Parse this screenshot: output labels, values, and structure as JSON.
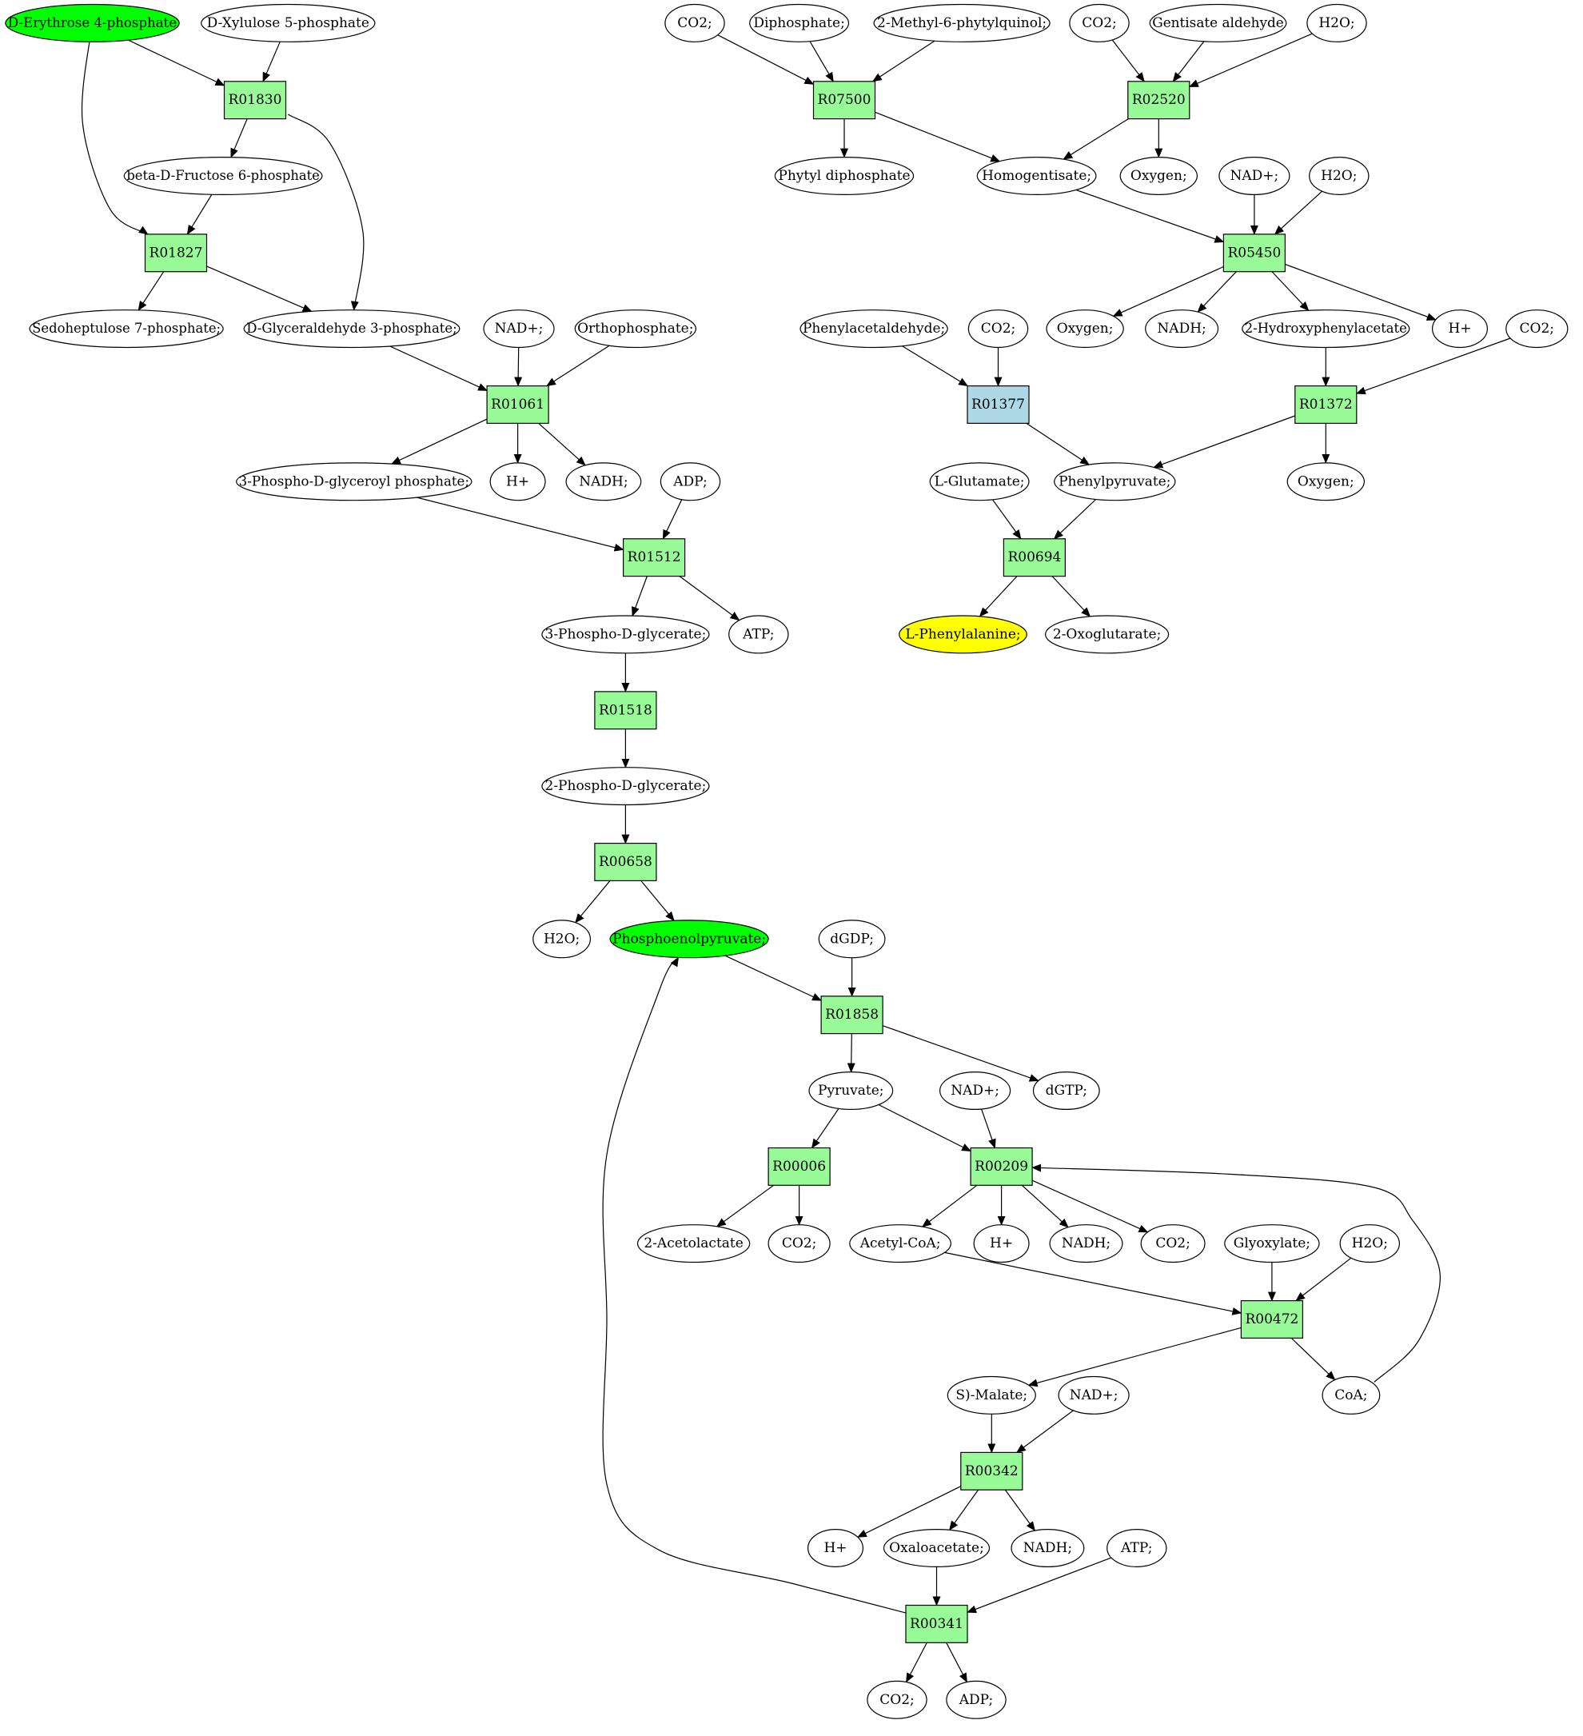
{
  "colors": {
    "compound": "#ffffff",
    "reaction": "#98fb98",
    "reaction_alt": "#add8e6",
    "start": "#00ff00",
    "target": "#ffff00",
    "stroke": "#000000"
  },
  "nodes": [
    {
      "id": "n_e4p",
      "label": "D-Erythrose 4-phosphate",
      "kind": "start"
    },
    {
      "id": "n_x5p",
      "label": "D-Xylulose 5-phosphate",
      "kind": "compound"
    },
    {
      "id": "r01830",
      "label": "R01830",
      "kind": "reaction"
    },
    {
      "id": "n_f6p",
      "label": "beta-D-Fructose 6-phosphate",
      "kind": "compound"
    },
    {
      "id": "r01827",
      "label": "R01827",
      "kind": "reaction"
    },
    {
      "id": "n_s7p",
      "label": "Sedoheptulose 7-phosphate;",
      "kind": "compound"
    },
    {
      "id": "n_g3p",
      "label": "D-Glyceraldehyde 3-phosphate;",
      "kind": "compound"
    },
    {
      "id": "n_nad1",
      "label": "NAD+;",
      "kind": "compound"
    },
    {
      "id": "n_pi",
      "label": "Orthophosphate;",
      "kind": "compound"
    },
    {
      "id": "r01061",
      "label": "R01061",
      "kind": "reaction"
    },
    {
      "id": "n_13bpg",
      "label": "3-Phospho-D-glyceroyl phosphate;",
      "kind": "compound"
    },
    {
      "id": "n_h1",
      "label": "H+",
      "kind": "compound"
    },
    {
      "id": "n_nadh1",
      "label": "NADH;",
      "kind": "compound"
    },
    {
      "id": "n_adp1",
      "label": "ADP;",
      "kind": "compound"
    },
    {
      "id": "r01512",
      "label": "R01512",
      "kind": "reaction"
    },
    {
      "id": "n_3pg",
      "label": "3-Phospho-D-glycerate;",
      "kind": "compound"
    },
    {
      "id": "n_atp1",
      "label": "ATP;",
      "kind": "compound"
    },
    {
      "id": "r01518",
      "label": "R01518",
      "kind": "reaction"
    },
    {
      "id": "n_2pg",
      "label": "2-Phospho-D-glycerate;",
      "kind": "compound"
    },
    {
      "id": "r00658",
      "label": "R00658",
      "kind": "reaction"
    },
    {
      "id": "n_h2o1",
      "label": "H2O;",
      "kind": "compound"
    },
    {
      "id": "n_pep",
      "label": "Phosphoenolpyruvate;",
      "kind": "start"
    },
    {
      "id": "n_dgdp",
      "label": "dGDP;",
      "kind": "compound"
    },
    {
      "id": "r01858",
      "label": "R01858",
      "kind": "reaction"
    },
    {
      "id": "n_pyr",
      "label": "Pyruvate;",
      "kind": "compound"
    },
    {
      "id": "n_dgtp",
      "label": "dGTP;",
      "kind": "compound"
    },
    {
      "id": "n_nad2",
      "label": "NAD+;",
      "kind": "compound"
    },
    {
      "id": "r00006",
      "label": "R00006",
      "kind": "reaction"
    },
    {
      "id": "r00209",
      "label": "R00209",
      "kind": "reaction"
    },
    {
      "id": "n_acl",
      "label": "2-Acetolactate",
      "kind": "compound"
    },
    {
      "id": "n_co2a",
      "label": "CO2;",
      "kind": "compound"
    },
    {
      "id": "n_accoa",
      "label": "Acetyl-CoA;",
      "kind": "compound"
    },
    {
      "id": "n_h2",
      "label": "H+",
      "kind": "compound"
    },
    {
      "id": "n_nadh2",
      "label": "NADH;",
      "kind": "compound"
    },
    {
      "id": "n_co2b",
      "label": "CO2;",
      "kind": "compound"
    },
    {
      "id": "n_glyox",
      "label": "Glyoxylate;",
      "kind": "compound"
    },
    {
      "id": "n_h2o2",
      "label": "H2O;",
      "kind": "compound"
    },
    {
      "id": "r00472",
      "label": "R00472",
      "kind": "reaction"
    },
    {
      "id": "n_mal",
      "label": "S)-Malate;",
      "kind": "compound"
    },
    {
      "id": "n_nad3",
      "label": "NAD+;",
      "kind": "compound"
    },
    {
      "id": "n_coa",
      "label": "CoA;",
      "kind": "compound"
    },
    {
      "id": "r00342",
      "label": "R00342",
      "kind": "reaction"
    },
    {
      "id": "n_h3",
      "label": "H+",
      "kind": "compound"
    },
    {
      "id": "n_oaa",
      "label": "Oxaloacetate;",
      "kind": "compound"
    },
    {
      "id": "n_nadh3",
      "label": "NADH;",
      "kind": "compound"
    },
    {
      "id": "n_atp2",
      "label": "ATP;",
      "kind": "compound"
    },
    {
      "id": "r00341",
      "label": "R00341",
      "kind": "reaction"
    },
    {
      "id": "n_co2c",
      "label": "CO2;",
      "kind": "compound"
    },
    {
      "id": "n_adp2",
      "label": "ADP;",
      "kind": "compound"
    },
    {
      "id": "n_co2d",
      "label": "CO2;",
      "kind": "compound"
    },
    {
      "id": "n_pp",
      "label": "Diphosphate;",
      "kind": "compound"
    },
    {
      "id": "n_mpq",
      "label": "2-Methyl-6-phytylquinol;",
      "kind": "compound"
    },
    {
      "id": "r07500",
      "label": "R07500",
      "kind": "reaction"
    },
    {
      "id": "n_phytpp",
      "label": "Phytyl diphosphate",
      "kind": "compound"
    },
    {
      "id": "n_co2e",
      "label": "CO2;",
      "kind": "compound"
    },
    {
      "id": "n_gald",
      "label": "Gentisate aldehyde",
      "kind": "compound"
    },
    {
      "id": "n_h2o3",
      "label": "H2O;",
      "kind": "compound"
    },
    {
      "id": "r02520",
      "label": "R02520",
      "kind": "reaction"
    },
    {
      "id": "n_hga",
      "label": "Homogentisate;",
      "kind": "compound"
    },
    {
      "id": "n_o2a",
      "label": "Oxygen;",
      "kind": "compound"
    },
    {
      "id": "n_nad4",
      "label": "NAD+;",
      "kind": "compound"
    },
    {
      "id": "n_h2o4",
      "label": "H2O;",
      "kind": "compound"
    },
    {
      "id": "r05450",
      "label": "R05450",
      "kind": "reaction"
    },
    {
      "id": "n_o2b",
      "label": "Oxygen;",
      "kind": "compound"
    },
    {
      "id": "n_nadh4",
      "label": "NADH;",
      "kind": "compound"
    },
    {
      "id": "n_2hpa",
      "label": "2-Hydroxyphenylacetate",
      "kind": "compound"
    },
    {
      "id": "n_h4",
      "label": "H+",
      "kind": "compound"
    },
    {
      "id": "n_phald",
      "label": "Phenylacetaldehyde;",
      "kind": "compound"
    },
    {
      "id": "n_co2f",
      "label": "CO2;",
      "kind": "compound"
    },
    {
      "id": "r01377",
      "label": "R01377",
      "kind": "reaction_alt"
    },
    {
      "id": "n_co2g",
      "label": "CO2;",
      "kind": "compound"
    },
    {
      "id": "r01372",
      "label": "R01372",
      "kind": "reaction"
    },
    {
      "id": "n_glu",
      "label": "L-Glutamate;",
      "kind": "compound"
    },
    {
      "id": "n_phpyr",
      "label": "Phenylpyruvate;",
      "kind": "compound"
    },
    {
      "id": "n_o2c",
      "label": "Oxygen;",
      "kind": "compound"
    },
    {
      "id": "r00694",
      "label": "R00694",
      "kind": "reaction"
    },
    {
      "id": "n_phe",
      "label": "L-Phenylalanine;",
      "kind": "target"
    },
    {
      "id": "n_2og",
      "label": "2-Oxoglutarate;",
      "kind": "compound"
    }
  ],
  "edges": [
    [
      "n_e4p",
      "r01830"
    ],
    [
      "n_x5p",
      "r01830"
    ],
    [
      "r01830",
      "n_f6p"
    ],
    [
      "r01830",
      "n_g3p"
    ],
    [
      "n_e4p",
      "r01827"
    ],
    [
      "n_f6p",
      "r01827"
    ],
    [
      "r01827",
      "n_s7p"
    ],
    [
      "r01827",
      "n_g3p"
    ],
    [
      "n_g3p",
      "r01061"
    ],
    [
      "n_nad1",
      "r01061"
    ],
    [
      "n_pi",
      "r01061"
    ],
    [
      "r01061",
      "n_13bpg"
    ],
    [
      "r01061",
      "n_h1"
    ],
    [
      "r01061",
      "n_nadh1"
    ],
    [
      "n_13bpg",
      "r01512"
    ],
    [
      "n_adp1",
      "r01512"
    ],
    [
      "r01512",
      "n_3pg"
    ],
    [
      "r01512",
      "n_atp1"
    ],
    [
      "n_3pg",
      "r01518"
    ],
    [
      "r01518",
      "n_2pg"
    ],
    [
      "n_2pg",
      "r00658"
    ],
    [
      "r00658",
      "n_h2o1"
    ],
    [
      "r00658",
      "n_pep"
    ],
    [
      "n_pep",
      "r01858"
    ],
    [
      "n_dgdp",
      "r01858"
    ],
    [
      "r01858",
      "n_pyr"
    ],
    [
      "r01858",
      "n_dgtp"
    ],
    [
      "n_pyr",
      "r00006"
    ],
    [
      "r00006",
      "n_acl"
    ],
    [
      "r00006",
      "n_co2a"
    ],
    [
      "n_pyr",
      "r00209"
    ],
    [
      "n_nad2",
      "r00209"
    ],
    [
      "n_coa",
      "r00209"
    ],
    [
      "r00209",
      "n_accoa"
    ],
    [
      "r00209",
      "n_h2"
    ],
    [
      "r00209",
      "n_nadh2"
    ],
    [
      "r00209",
      "n_co2b"
    ],
    [
      "n_accoa",
      "r00472"
    ],
    [
      "n_glyox",
      "r00472"
    ],
    [
      "n_h2o2",
      "r00472"
    ],
    [
      "r00472",
      "n_mal"
    ],
    [
      "r00472",
      "n_coa"
    ],
    [
      "n_mal",
      "r00342"
    ],
    [
      "n_nad3",
      "r00342"
    ],
    [
      "r00342",
      "n_h3"
    ],
    [
      "r00342",
      "n_oaa"
    ],
    [
      "r00342",
      "n_nadh3"
    ],
    [
      "n_oaa",
      "r00341"
    ],
    [
      "n_atp2",
      "r00341"
    ],
    [
      "r00341",
      "n_co2c"
    ],
    [
      "r00341",
      "n_adp2"
    ],
    [
      "r00341",
      "n_pep"
    ],
    [
      "n_co2d",
      "r07500"
    ],
    [
      "n_pp",
      "r07500"
    ],
    [
      "n_mpq",
      "r07500"
    ],
    [
      "r07500",
      "n_phytpp"
    ],
    [
      "r07500",
      "n_hga"
    ],
    [
      "n_co2e",
      "r02520"
    ],
    [
      "n_gald",
      "r02520"
    ],
    [
      "n_h2o3",
      "r02520"
    ],
    [
      "r02520",
      "n_hga"
    ],
    [
      "r02520",
      "n_o2a"
    ],
    [
      "n_hga",
      "r05450"
    ],
    [
      "n_nad4",
      "r05450"
    ],
    [
      "n_h2o4",
      "r05450"
    ],
    [
      "r05450",
      "n_o2b"
    ],
    [
      "r05450",
      "n_nadh4"
    ],
    [
      "r05450",
      "n_2hpa"
    ],
    [
      "r05450",
      "n_h4"
    ],
    [
      "n_phald",
      "r01377"
    ],
    [
      "n_co2f",
      "r01377"
    ],
    [
      "r01377",
      "n_phpyr"
    ],
    [
      "n_2hpa",
      "r01372"
    ],
    [
      "n_co2g",
      "r01372"
    ],
    [
      "r01372",
      "n_phpyr"
    ],
    [
      "r01372",
      "n_o2c"
    ],
    [
      "n_glu",
      "r00694"
    ],
    [
      "n_phpyr",
      "r00694"
    ],
    [
      "r00694",
      "n_phe"
    ],
    [
      "r00694",
      "n_2og"
    ]
  ]
}
